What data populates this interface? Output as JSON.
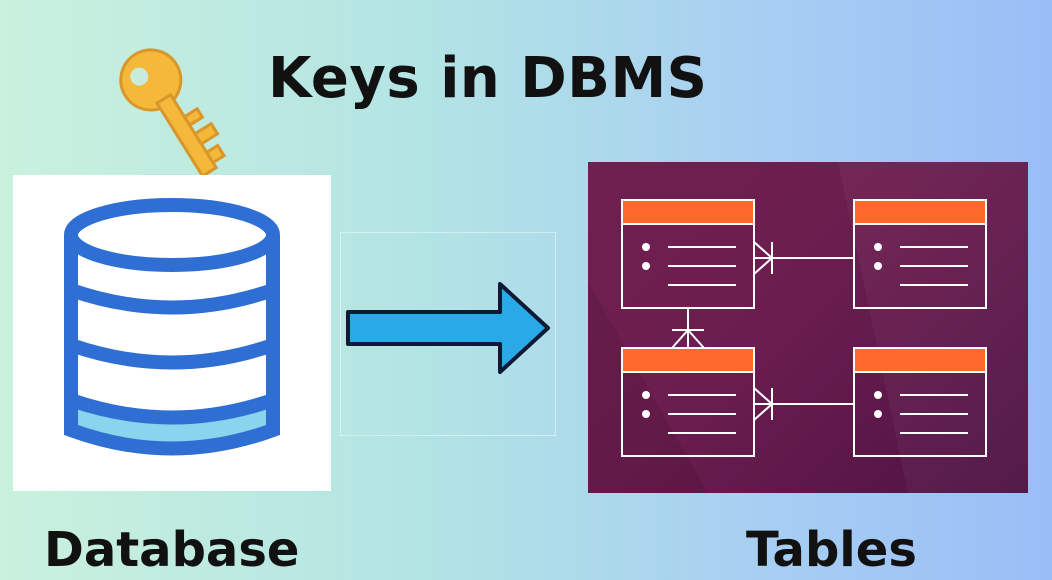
{
  "header": {
    "title": "Keys in DBMS"
  },
  "labels": {
    "database": "Database",
    "tables": "Tables"
  },
  "icons": {
    "key": "key-icon",
    "database": "database-cylinder-icon",
    "arrow": "right-arrow-icon",
    "er_diagram": "entity-relationship-icon"
  },
  "colors": {
    "key": "#f4b83a",
    "database_stroke": "#2f6fd4",
    "database_fill": "#8ad4ee",
    "arrow": "#29a9e8",
    "table_header": "#ff6a2c",
    "tables_background": "#6b1d4f"
  }
}
